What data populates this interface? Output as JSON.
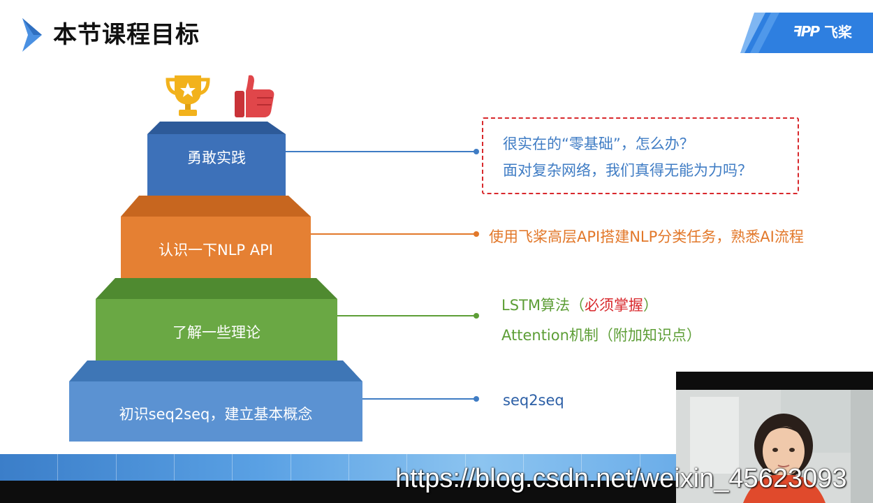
{
  "header": {
    "title": "本节课程目标",
    "logo_mark": "ꟻPP",
    "logo_text": "飞桨"
  },
  "pyramid": {
    "steps": [
      {
        "label": "勇敢实践",
        "color": "#3d71b9"
      },
      {
        "label": "认识一下NLP API",
        "color": "#e58033"
      },
      {
        "label": "了解一些理论",
        "color": "#6aa844"
      },
      {
        "label": "初识seq2seq，建立基本概念",
        "color": "#5b92d2"
      }
    ]
  },
  "right": {
    "box_line1": "很实在的“零基础”，怎么办？",
    "box_line2": "面对复杂网络，我们真得无能为力吗？",
    "api_text": "使用飞桨高层API搭建NLP分类任务，熟悉AI流程",
    "theory_line1_prefix": "LSTM算法（",
    "theory_line1_highlight": "必须掌握",
    "theory_line1_suffix": "）",
    "theory_line2": "Attention机制（附加知识点）",
    "seq_text": "seq2seq"
  },
  "colors": {
    "blue_text": "#3f7cc4",
    "orange_text": "#e2782a",
    "green_text": "#5d9e36",
    "red_text": "#d8282c",
    "navy_text": "#2c5fa6"
  },
  "watermark": "https://blog.csdn.net/weixin_45623093"
}
